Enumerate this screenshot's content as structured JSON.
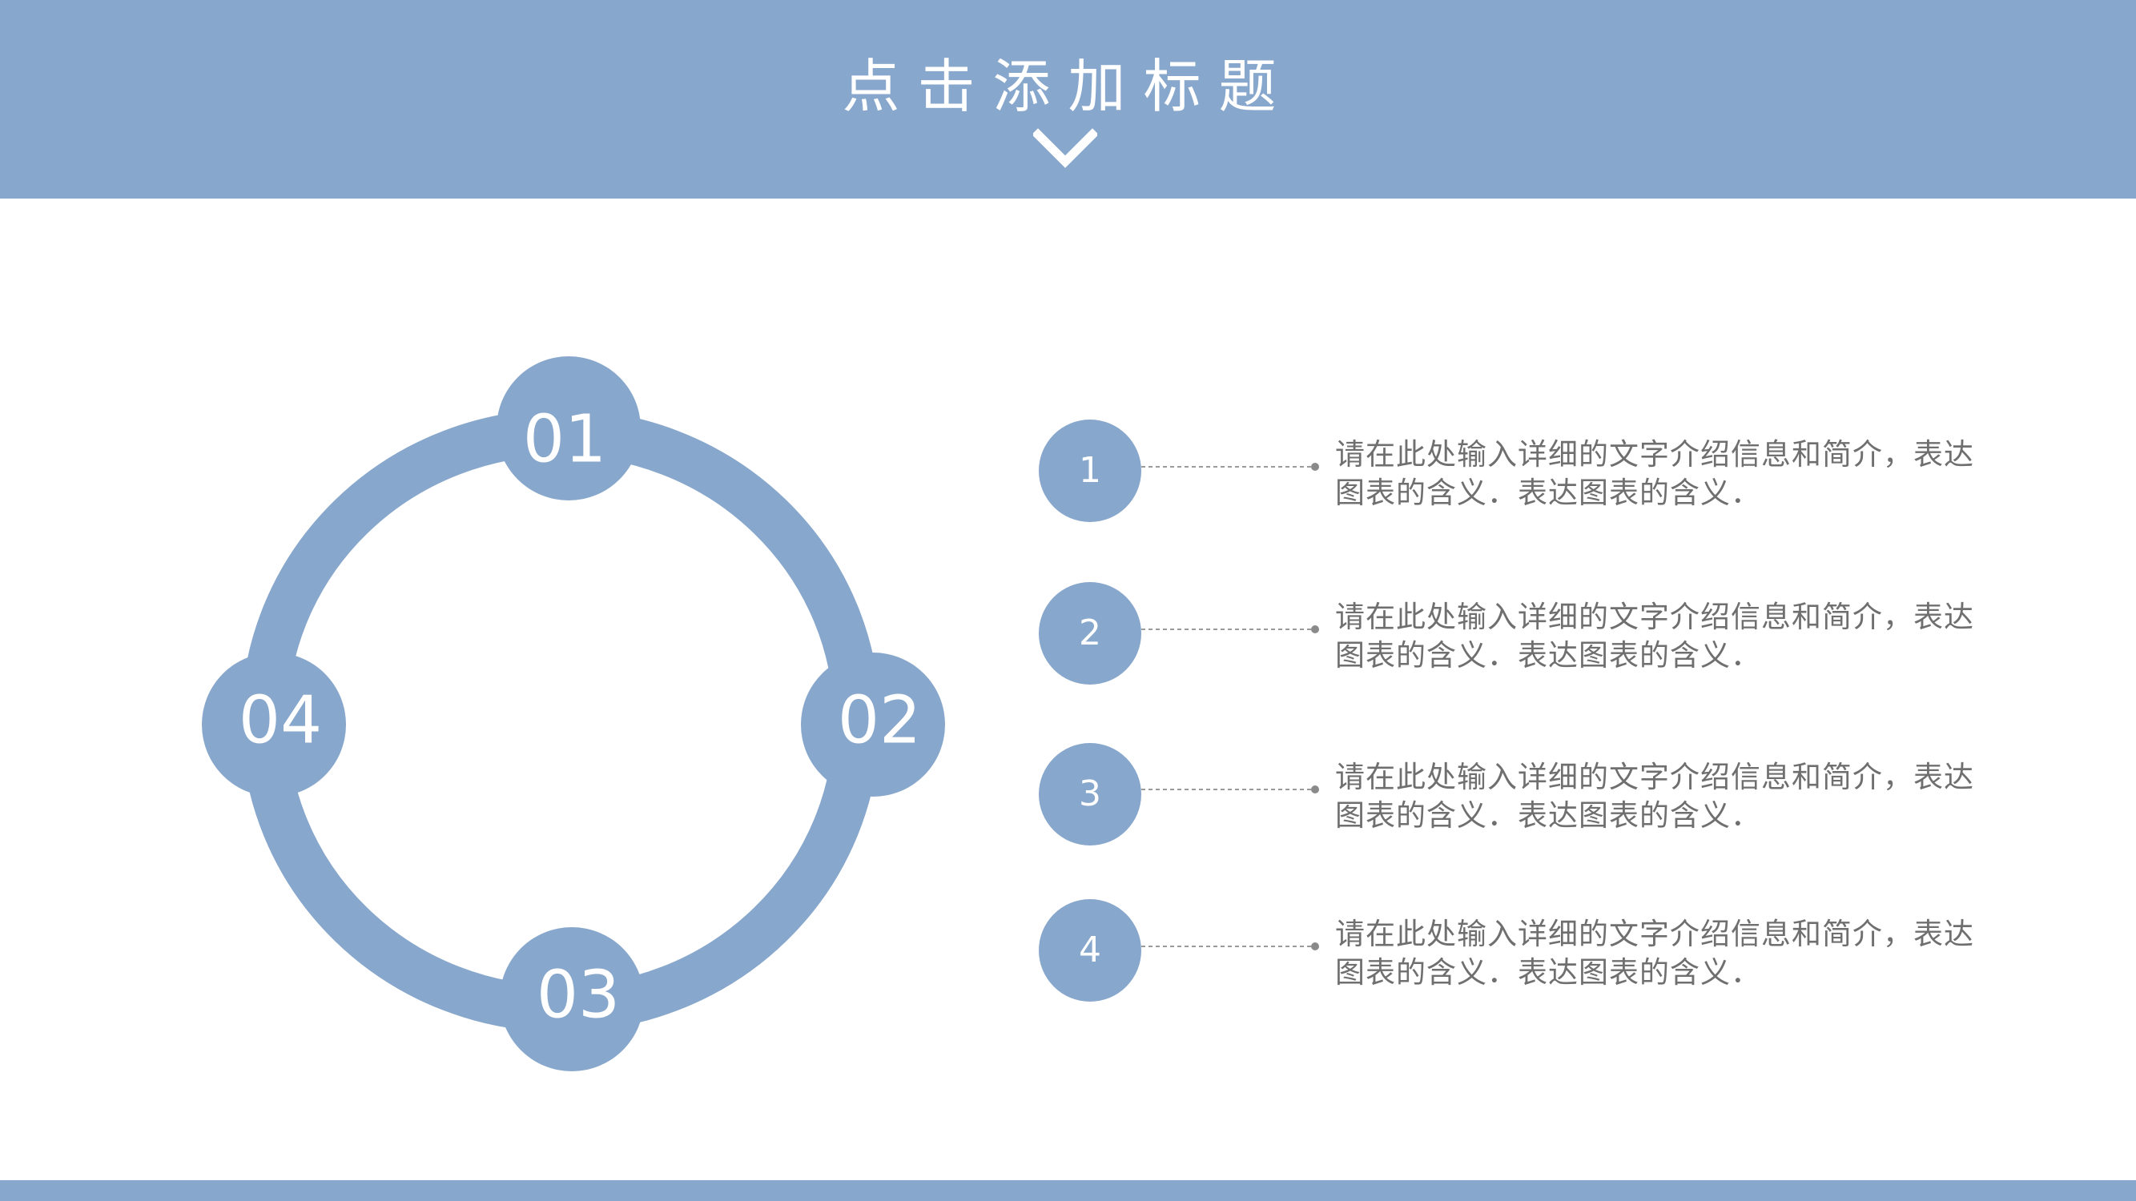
{
  "header": {
    "title": "点击添加标题",
    "chevron_icon": "chevron-down-icon"
  },
  "colors": {
    "accent": "#88a7cc",
    "text": "#6f6f6f",
    "connector": "#9a9a9a",
    "background": "#ffffff"
  },
  "ring": {
    "nodes": [
      {
        "label": "01"
      },
      {
        "label": "02"
      },
      {
        "label": "03"
      },
      {
        "label": "04"
      }
    ]
  },
  "steps": [
    {
      "number": "1",
      "text": "请在此处输入详细的文字介绍信息和简介，表达图表的含义．表达图表的含义．"
    },
    {
      "number": "2",
      "text": "请在此处输入详细的文字介绍信息和简介，表达图表的含义．表达图表的含义．"
    },
    {
      "number": "3",
      "text": "请在此处输入详细的文字介绍信息和简介，表达图表的含义．表达图表的含义．"
    },
    {
      "number": "4",
      "text": "请在此处输入详细的文字介绍信息和简介，表达图表的含义．表达图表的含义．"
    }
  ]
}
